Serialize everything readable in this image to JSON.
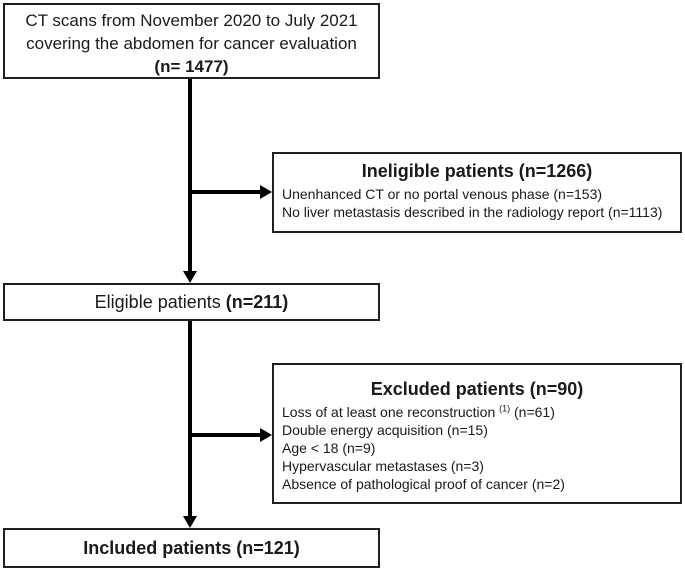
{
  "diagram": {
    "source_box": {
      "line1": "CT scans from November 2020 to July 2021",
      "line2": "covering the abdomen for cancer evaluation",
      "n": "(n= 1477)"
    },
    "ineligible_box": {
      "title": "Ineligible patients (n=1266)",
      "reasons": [
        "Unenhanced CT or no portal venous phase (n=153)",
        "No liver metastasis described in the radiology report  (n=1113)"
      ]
    },
    "eligible_box": {
      "label": "Eligible patients",
      "n": "(n=211)"
    },
    "excluded_box": {
      "title": "Excluded patients (n=90)",
      "reason1": {
        "prefix": "Loss of at least one reconstruction ",
        "sup": "(1)",
        "suffix": " (n=61)"
      },
      "reasons_rest": [
        "Double energy acquisition (n=15)",
        "Age < 18 (n=9)",
        "Hypervascular metastases (n=3)",
        "Absence of pathological proof of cancer (n=2)"
      ]
    },
    "included_box": {
      "label": "Included patients (n=121)"
    },
    "colors": {
      "border": "#1f1f1f",
      "arrow": "#000000",
      "text": "#1a1a1a",
      "background": "#ffffff"
    }
  }
}
